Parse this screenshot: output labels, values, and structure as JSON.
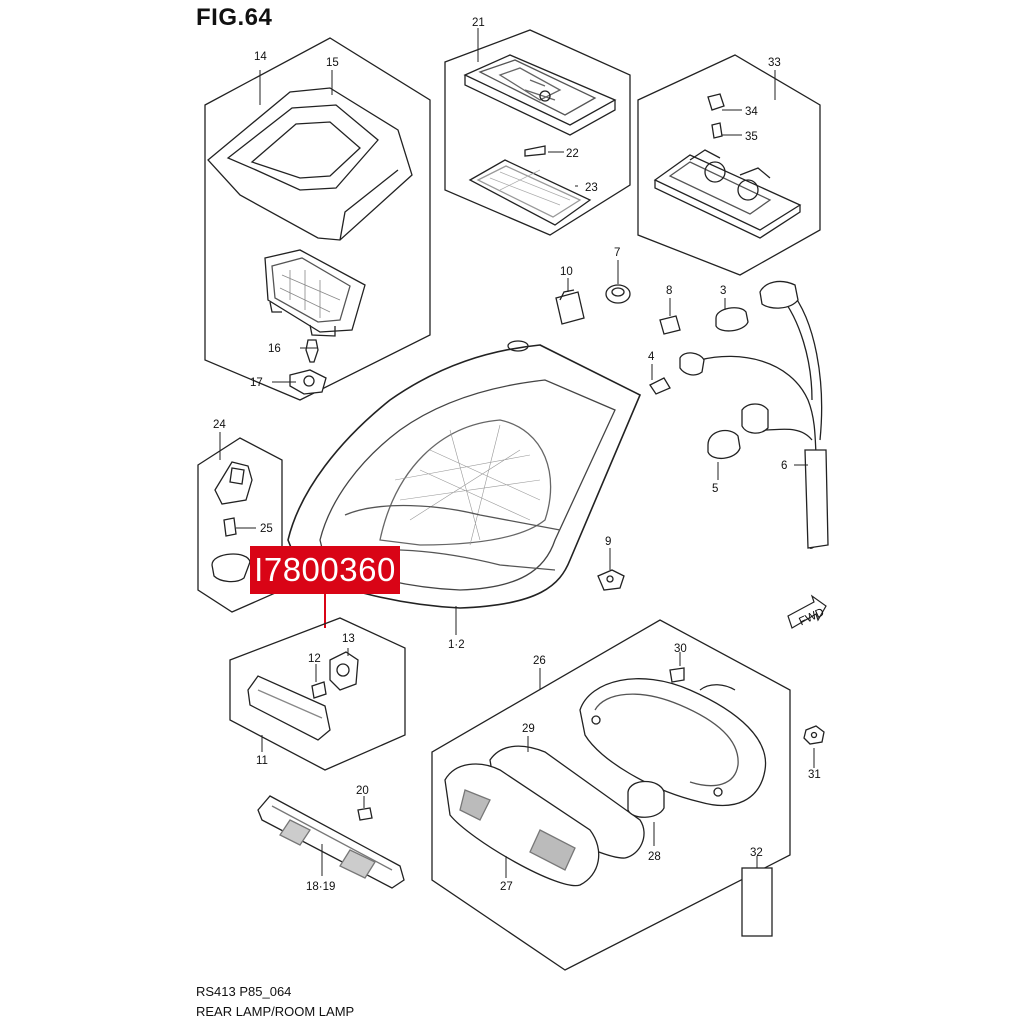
{
  "figure": {
    "title": "FIG.64",
    "code": "RS413 P85_064",
    "caption": "REAR LAMP/ROOM LAMP"
  },
  "callout": {
    "part_number": "I7800360",
    "color": "#d90416"
  },
  "part_labels": [
    "14",
    "15",
    "16",
    "17",
    "21",
    "22",
    "23",
    "33",
    "34",
    "35",
    "10",
    "7",
    "8",
    "3",
    "4",
    "5",
    "6",
    "24",
    "25",
    "9",
    "1·2",
    "13",
    "12",
    "11",
    "26",
    "30",
    "31",
    "29",
    "28",
    "27",
    "32",
    "20",
    "18·19"
  ],
  "icons": {
    "direction": "FWD"
  }
}
